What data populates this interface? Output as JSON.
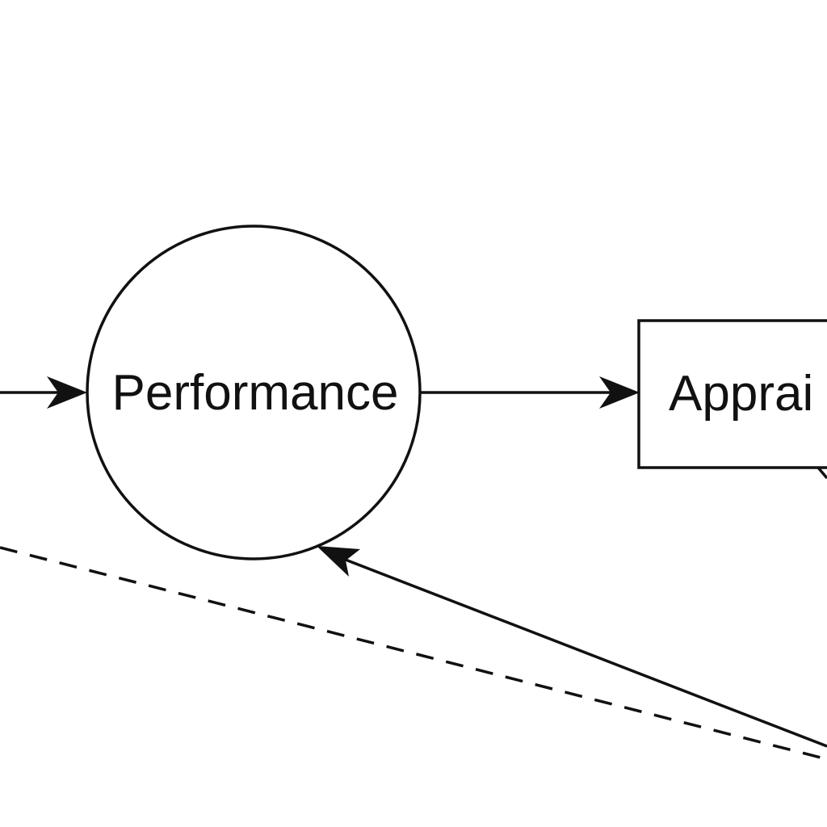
{
  "diagram": {
    "nodes": [
      {
        "id": "performance",
        "shape": "circle",
        "label": "Performance"
      },
      {
        "id": "appraisal",
        "shape": "rectangle",
        "label": "Apprai"
      }
    ],
    "edges": [
      {
        "id": "incoming-left",
        "to": "performance",
        "style": "solid",
        "arrow": "end"
      },
      {
        "id": "performance-to-appraisal",
        "from": "performance",
        "to": "appraisal",
        "style": "solid",
        "arrow": "end"
      },
      {
        "id": "feedback-to-performance",
        "to": "performance",
        "style": "solid",
        "arrow": "end"
      },
      {
        "id": "dashed-line",
        "style": "dashed",
        "arrow": "none"
      }
    ],
    "colors": {
      "stroke": "#111111",
      "fill": "#ffffff",
      "text": "#111111"
    }
  }
}
